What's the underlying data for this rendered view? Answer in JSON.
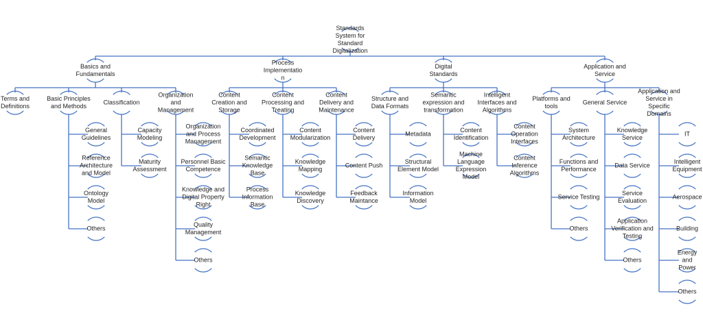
{
  "colors": {
    "line": "#4472C4",
    "text": "#1f1f1f",
    "background": "#ffffff"
  },
  "root": {
    "label": "Standards\nSystem for\nStandard\nDigitalization",
    "children": [
      {
        "label": "Basics and\nFundamentals",
        "children": [
          {
            "label": "Terms and\nDefinitions",
            "children": []
          },
          {
            "label": "Basic Principles\nand Methods",
            "children": [
              {
                "label": "General\nGuidelines"
              },
              {
                "label": "Reference\nArchitecture\nand Model"
              },
              {
                "label": "Ontology\nModel"
              },
              {
                "label": "Others"
              }
            ]
          },
          {
            "label": "Classification",
            "children": [
              {
                "label": "Capacity\nModeling"
              },
              {
                "label": "Maturity\nAssessment"
              }
            ]
          },
          {
            "label": "Organization\nand\nManagement",
            "children": [
              {
                "label": "Organization\nand Process\nManagement"
              },
              {
                "label": "Personnel Basic\nCompetence"
              },
              {
                "label": "Knowledge and\nDigital Property\nRight"
              },
              {
                "label": "Quality\nManagement"
              },
              {
                "label": "Others"
              }
            ]
          }
        ]
      },
      {
        "label": "Process\nImplementatio\nn",
        "children": [
          {
            "label": "Content\nCreation and\nStorage",
            "children": [
              {
                "label": "Coordinated\nDevelopment"
              },
              {
                "label": "Semantic\nKnowledge\nBase"
              },
              {
                "label": "Process\nInformation\nBase"
              }
            ]
          },
          {
            "label": "Content\nProcessing and\nTreating",
            "children": [
              {
                "label": "Content\nModularization"
              },
              {
                "label": "Knowledge\nMapping"
              },
              {
                "label": "Knowledge\nDiscovery"
              }
            ]
          },
          {
            "label": "Content\nDelivery and\nMaintenance",
            "children": [
              {
                "label": "Content\nDelivery"
              },
              {
                "label": "Content Push"
              },
              {
                "label": "Feedback\nMaintance"
              }
            ]
          }
        ]
      },
      {
        "label": "Digital\nStandards",
        "children": [
          {
            "label": "Structure and\nData Formats",
            "children": [
              {
                "label": "Metadata"
              },
              {
                "label": "Structural\nElement Model"
              },
              {
                "label": "Information\nModel"
              }
            ]
          },
          {
            "label": "Semantic\nexpression and\ntransformation",
            "children": [
              {
                "label": "Content\nIdentification"
              },
              {
                "label": "Machine\nLanguage\nExpression\nModel"
              }
            ]
          },
          {
            "label": "Intelligent\nInterfaces and\nAlgorithms",
            "children": [
              {
                "label": "Content\nOperation\nInterfaces"
              },
              {
                "label": "Content\nInference\nAlgorithms"
              }
            ]
          }
        ]
      },
      {
        "label": "Application and\nService",
        "children": [
          {
            "label": "Platforms and\ntools",
            "children": [
              {
                "label": "System\nArchitecture"
              },
              {
                "label": "Functions and\nPerformance"
              },
              {
                "label": "Service Testing"
              },
              {
                "label": "Others"
              }
            ]
          },
          {
            "label": "General Service",
            "children": [
              {
                "label": "Knowledge\nService"
              },
              {
                "label": "Data Service"
              },
              {
                "label": "Service\nEvaluation"
              },
              {
                "label": "Application\nVerification and\nTesting"
              },
              {
                "label": "Others"
              }
            ]
          },
          {
            "label": "Application and\nService in\nSpecific\nDomains",
            "children": [
              {
                "label": "IT"
              },
              {
                "label": "Intelligent\nEquipment"
              },
              {
                "label": "Aerospace"
              },
              {
                "label": "Building"
              },
              {
                "label": "Energy and\nPower"
              },
              {
                "label": "Others"
              }
            ]
          }
        ]
      }
    ]
  }
}
